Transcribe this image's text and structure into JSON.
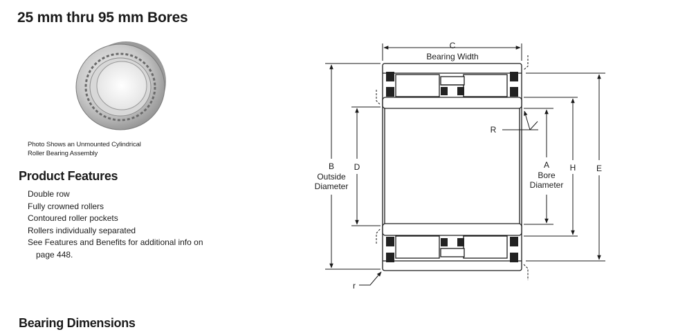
{
  "title": "25 mm thru 95 mm Bores",
  "photo_caption": {
    "line1": "Photo Shows an Unmounted Cylindrical",
    "line2": "Roller Bearing Assembly"
  },
  "product_features": {
    "heading": "Product Features",
    "items": [
      "Double row",
      "Fully crowned rollers",
      "Contoured roller pockets",
      "Rollers individually separated",
      "See Features and Benefits for additional info on page 448."
    ]
  },
  "bearing_dimensions": {
    "heading": "Bearing Dimensions"
  },
  "diagram": {
    "labels": {
      "c": "C",
      "c_text": "Bearing Width",
      "b": "B",
      "b_text1": "Outside",
      "b_text2": "Diameter",
      "d": "D",
      "r_upper": "R",
      "a": "A",
      "a_text1": "Bore",
      "a_text2": "Diameter",
      "h": "H",
      "e": "E",
      "r_lower": "r"
    },
    "colors": {
      "line": "#1a1a1a",
      "fill": "#222222",
      "photo_ring": "#b9b9b9"
    }
  }
}
